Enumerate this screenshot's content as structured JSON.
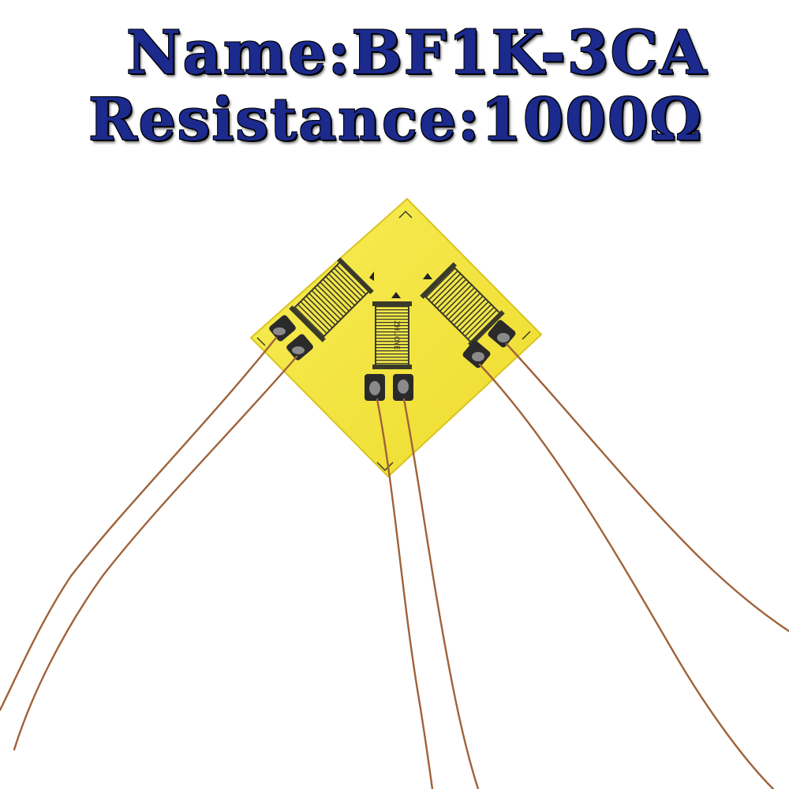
{
  "title": {
    "name_line": "Name:BF1K-3CA",
    "resistance_line": "Resistance:1000Ω"
  },
  "photo": {
    "subject": "foil strain gauge rosette",
    "gauge_marking": "ZHUOYE",
    "colors": {
      "substrate": "#f2e23a",
      "substrate_edge": "#d9c420",
      "grid": "#3a3a2a",
      "solder": "#2a2a2a",
      "wire": "#a0623a",
      "title_text": "#1b2a8c"
    }
  }
}
